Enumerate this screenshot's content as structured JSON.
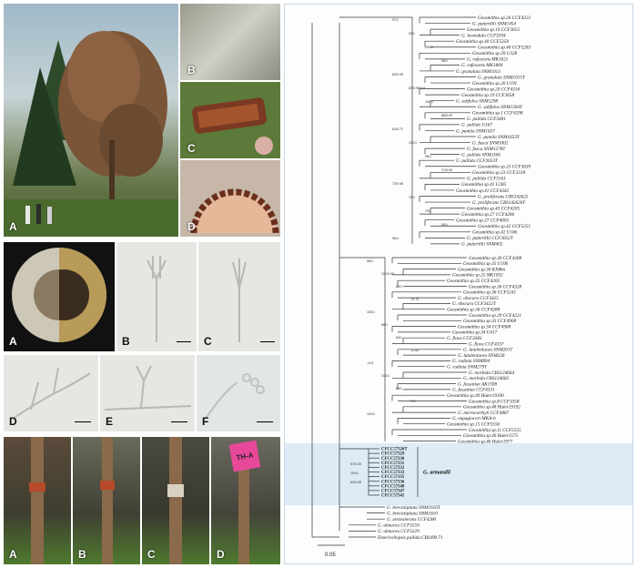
{
  "figure1": {
    "labels": [
      "A",
      "B",
      "C",
      "D"
    ]
  },
  "figure2": {
    "labels": [
      "A",
      "B",
      "C",
      "D",
      "E",
      "F"
    ]
  },
  "figure3": {
    "labels": [
      "A",
      "B",
      "C",
      "D"
    ],
    "tag_text": "TH-A"
  },
  "tree": {
    "clade_label": "G. armandii",
    "scale_label": "0.05",
    "taxa_top": [
      "Geosmithia sp.26 CCF4222",
      "G. putterillii SNM1454",
      "Geosmithia sp.19 CCF3655",
      "G. lavendula CCF3394",
      "Geosmithia sp.40 CCF5250",
      "Geosmithia sp.40 CCF5283",
      "Geosmithia sp.39 U328",
      "G. rufescens MK1621",
      "G. rufescens MK1800",
      "G. granulata SNM1013",
      "G. granulata SNM1015T",
      "Geosmithia sp.20 U191",
      "Geosmithia sp.20 CCF4316",
      "Geosmithia sp.19 CCF3658",
      "G. subfulva SNM1298",
      "G. subfulva SNM1304T",
      "Geosmithia sp.1 CCF4298",
      "G. pallida CCF3481",
      "G. pallida U167",
      "G. pumila SNM1657",
      "G. pumila SNM1653T",
      "G. fusca SNM1002",
      "G. fusca SNM1578T",
      "G. pallida SNM1166",
      "G. pallida CCF3053T",
      "Geosmithia sp.23 CCF3639",
      "Geosmithia sp.23 CCF3318",
      "G. pallida CCF3161",
      "Geosmithia sp.41 U285",
      "Geosmithia sp.41 CCF4342",
      "G. proliferans CBS142625",
      "G. proliferans CBS142626T",
      "Geosmithia sp.43 CCF4205",
      "Geosmithia sp.27 CCF4206",
      "Geosmithia sp.27 CCF4005",
      "Geosmithia sp.42 CCF5251",
      "Geosmithia sp.42 U166",
      "G. putterillii CCF3052T",
      "G. putterillii SNM402"
    ],
    "taxa_mid": [
      "Geosmithia sp.30 CCF4288",
      "Geosmithia sp.35 U106",
      "Geosmithia sp.30 RJ08m",
      "Geosmithia sp.25 MK1832",
      "Geosmithia sp.25 CCF4205",
      "Geosmithia sp.36 CCF4328",
      "Geosmithia sp.36 CCF5241",
      "G. obscura CCF3425",
      "G. obscura CCF3422T",
      "Geosmithia sp.36 CCF4288",
      "Geosmithia sp.29 CCF4221",
      "Geosmithia sp.33 CCF4908",
      "Geosmithia sp.34 CCF4908",
      "Geosmithia sp.34 U417",
      "G. flava CCF3383",
      "G. flava CCF4337",
      "G. lutulentacea SNM261T",
      "G. lutulentacea SNM226",
      "G. radiata SNM894",
      "G. radiata SNM279T",
      "G. morbida CBS124664",
      "G. morbida CBS124663",
      "G. fassatiae AK1598",
      "G. fassatiae CCF4331",
      "Geosmithia sp.49 Huler19190",
      "Geosmithia sp.8 CCF3358",
      "Geosmithia sp.48 Huler19192",
      "G. microcorthyli CCF4887",
      "G. eupagioceri MKA-b",
      "Geosmithia sp.15 CCF5556",
      "Geosmithia sp.11 CCF5555",
      "Geosmithia sp.46 Huler1575",
      "Geosmithia sp.46 Huler1977"
    ],
    "taxa_clade": [
      "CFCC57326T",
      "CFCC57329",
      "CFCC57330",
      "CFCC57331",
      "CFCC57332",
      "CFCC57333",
      "CFCC57335",
      "CFCC57336",
      "CFCC57348",
      "CFCC57347",
      "CFCC57341"
    ],
    "taxa_bottom": [
      "G. brevistipitata SNM1616T",
      "G. brevistipitata SNM1610",
      "G. xerotolerans CCF4280",
      "G. ulmacea CCF3559",
      "G. ulmacea CCF3229",
      "Emericellopsis pallida CBS490.71"
    ],
    "bootstraps_top": [
      "97/1",
      "99/1",
      "100/1",
      "96/1",
      "83/0.95",
      "63/0.98/0.8",
      "100/1",
      "86/0.99",
      "62/0.71",
      "100/1",
      "98/1",
      "71/0.99",
      "72/0.98",
      "76/1",
      "79/1",
      "90/1",
      "98/1"
    ],
    "bootstraps_mid": [
      "98/1",
      "100/0.99",
      "86/1",
      "-/0.73",
      "100/1",
      "65/1",
      "84/1",
      "-/0.85",
      "-/0.8",
      "100/1",
      "86/1",
      "71/-",
      "100/1"
    ],
    "bootstraps_clade": [
      "97/0.99",
      "100/1",
      "82/0.98"
    ]
  }
}
